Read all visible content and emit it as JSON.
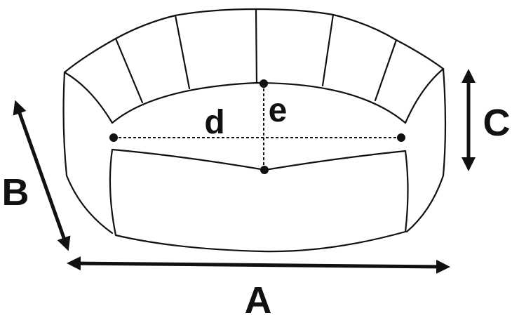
{
  "labels": {
    "A": "A",
    "B": "B",
    "C": "C",
    "d": "d",
    "e": "e"
  },
  "colors": {
    "stroke": "#111111",
    "background": "#ffffff"
  }
}
